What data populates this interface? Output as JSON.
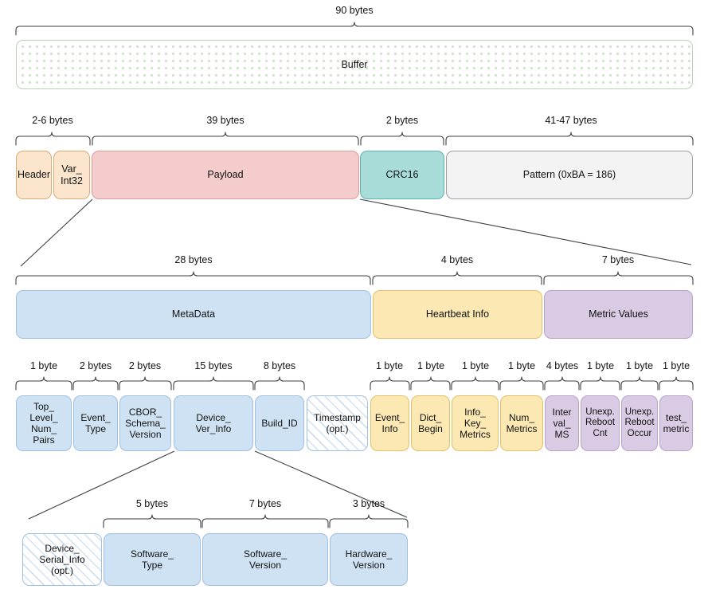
{
  "diagram": {
    "title": "Buffer packet byte layout",
    "colors": {
      "buffer_fill": "#ffffff",
      "buffer_dots": "#cfe3cc",
      "orange": "#fce5cd",
      "red": "#f4cccc",
      "teal": "#a8dcd9",
      "grey": "#f3f3f3",
      "blue": "#cfe2f3",
      "yellow": "#fce8b2",
      "purple": "#d9cbe3",
      "stroke": "#9aa0a6"
    }
  },
  "row1": {
    "size_labels": [
      {
        "text": "90 bytes"
      }
    ],
    "boxes": [
      {
        "label": "Buffer"
      }
    ]
  },
  "row2": {
    "size_labels": [
      {
        "text": "2-6 bytes"
      },
      {
        "text": "39 bytes"
      },
      {
        "text": "2 bytes"
      },
      {
        "text": "41-47 bytes"
      }
    ],
    "boxes": [
      {
        "label": "Header"
      },
      {
        "label": "Var_\nInt32"
      },
      {
        "label": "Payload"
      },
      {
        "label": "CRC16"
      },
      {
        "label": "Pattern (0xBA = 186)"
      }
    ]
  },
  "row3": {
    "size_labels": [
      {
        "text": "28 bytes"
      },
      {
        "text": "4 bytes"
      },
      {
        "text": "7 bytes"
      }
    ],
    "boxes": [
      {
        "label": "MetaData"
      },
      {
        "label": "Heartbeat Info"
      },
      {
        "label": "Metric Values"
      }
    ]
  },
  "row4": {
    "size_labels": [
      {
        "text": "1 byte"
      },
      {
        "text": "2 bytes"
      },
      {
        "text": "2 bytes"
      },
      {
        "text": "15 bytes"
      },
      {
        "text": "8 bytes"
      },
      {
        "text": "1 byte"
      },
      {
        "text": "1 byte"
      },
      {
        "text": "1 byte"
      },
      {
        "text": "1 byte"
      },
      {
        "text": "4 bytes"
      },
      {
        "text": "1 byte"
      },
      {
        "text": "1 byte"
      },
      {
        "text": "1 byte"
      }
    ],
    "boxes": [
      {
        "label": "Top_\nLevel_\nNum_\nPairs"
      },
      {
        "label": "Event_\nType"
      },
      {
        "label": "CBOR_\nSchema_\nVersion"
      },
      {
        "label": "Device_\nVer_Info"
      },
      {
        "label": "Build_ID"
      },
      {
        "label": "Timestamp\n(opt.)"
      },
      {
        "label": "Event_\nInfo"
      },
      {
        "label": "Dict_\nBegin"
      },
      {
        "label": "Info_\nKey_\nMetrics"
      },
      {
        "label": "Num_\nMetrics"
      },
      {
        "label": "Inter\nval_\nMS"
      },
      {
        "label": "Unexp.\nReboot\nCnt"
      },
      {
        "label": "Unexp.\nReboot\nOccur"
      },
      {
        "label": "test_\nmetric"
      }
    ]
  },
  "row5": {
    "size_labels": [
      {
        "text": "5 bytes"
      },
      {
        "text": "7 bytes"
      },
      {
        "text": "3 bytes"
      }
    ],
    "boxes": [
      {
        "label": "Device_\nSerial_Info\n(opt.)"
      },
      {
        "label": "Software_\nType"
      },
      {
        "label": "Software_\nVersion"
      },
      {
        "label": "Hardware_\nVersion"
      }
    ]
  }
}
